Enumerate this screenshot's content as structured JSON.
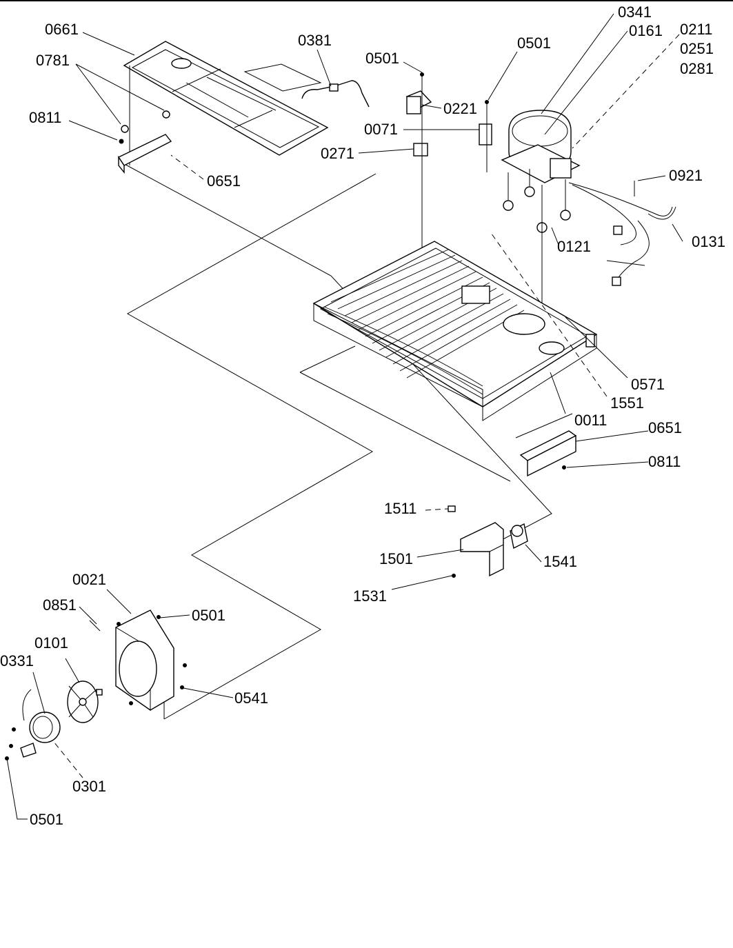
{
  "diagram": {
    "labels": {
      "l0661": "0661",
      "l0781": "0781",
      "l0811a": "0811",
      "l0651a": "0651",
      "l0381": "0381",
      "l0501a": "0501",
      "l0501b": "0501",
      "l0221": "0221",
      "l0071": "0071",
      "l0271": "0271",
      "l0341": "0341",
      "l0161": "0161",
      "l0211": "0211",
      "l0251": "0251",
      "l0281": "0281",
      "l0921": "0921",
      "l0121": "0121",
      "l0131": "0131",
      "l0571": "0571",
      "l1551": "1551",
      "l0011": "0011",
      "l0651b": "0651",
      "l0811b": "0811",
      "l1511": "1511",
      "l1501": "1501",
      "l1541": "1541",
      "l1531": "1531",
      "l0021": "0021",
      "l0851": "0851",
      "l0501c": "0501",
      "l0101": "0101",
      "l0331": "0331",
      "l0541": "0541",
      "l0301": "0301",
      "l0501d": "0501"
    }
  }
}
